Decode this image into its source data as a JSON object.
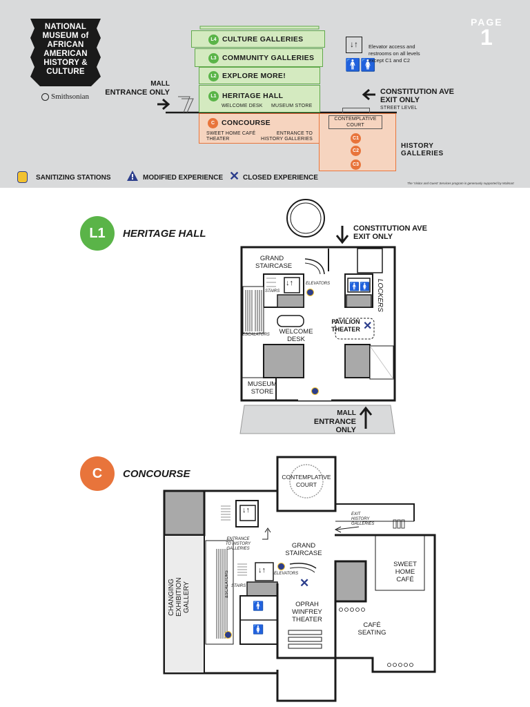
{
  "header": {
    "logo_lines": [
      "NATIONAL",
      "MUSEUM of",
      "AFRICAN",
      "AMERICAN",
      "HISTORY &",
      "CULTURE"
    ],
    "smithsonian": "Smithsonian",
    "page_label": "PAGE",
    "page_number": "1"
  },
  "overview": {
    "levels": [
      {
        "badge": "L4",
        "label": "CULTURE GALLERIES"
      },
      {
        "badge": "L3",
        "label": "COMMUNITY GALLERIES"
      },
      {
        "badge": "L2",
        "label": "EXPLORE MORE!"
      },
      {
        "badge": "L1",
        "label": "HERITAGE HALL"
      }
    ],
    "l1_sub": [
      "WELCOME DESK",
      "MUSEUM STORE"
    ],
    "concourse_badge": "C",
    "concourse_label": "CONCOURSE",
    "concourse_sub_left": [
      "SWEET HOME CAFÉ",
      "THEATER"
    ],
    "concourse_sub_right": [
      "ENTRANCE TO",
      "HISTORY GALLERIES"
    ],
    "contemplative": [
      "CONTEMPLATIVE",
      "COURT"
    ],
    "history_badges": [
      "C1",
      "C2",
      "C3"
    ],
    "history_label": [
      "HISTORY",
      "GALLERIES"
    ],
    "mall_entrance": [
      "MALL",
      "ENTRANCE ONLY"
    ],
    "constitution_exit": [
      "CONSTITUTION AVE",
      "EXIT ONLY"
    ],
    "street_level": "STREET LEVEL",
    "elevator_note": [
      "Elevator access and",
      "restrooms on all levels",
      "except C1 and C2"
    ]
  },
  "legend": {
    "sanitizing": "SANITIZING STATIONS",
    "modified": "MODIFIED EXPERIENCE",
    "closed": "CLOSED EXPERIENCE",
    "credit": "The 'Visitor and Guest' Services program is generously supported by Walmart"
  },
  "l1_map": {
    "badge": "L1",
    "title": "HERITAGE HALL",
    "exit": [
      "CONSTITUTION AVE",
      "EXIT ONLY"
    ],
    "entrance": [
      "MALL",
      "ENTRANCE ONLY"
    ],
    "grand_staircase": [
      "GRAND",
      "STAIRCASE"
    ],
    "stairs": "STAIRS",
    "elevators": "ELEVATORS",
    "lockers": "LOCKERS",
    "escalators": "ESCALATORS",
    "welcome_desk": [
      "WELCOME",
      "DESK"
    ],
    "pavilion_theater": [
      "PAVILION",
      "THEATER"
    ],
    "museum_store": [
      "MUSEUM",
      "STORE"
    ]
  },
  "c_map": {
    "badge": "C",
    "title": "CONCOURSE",
    "contemplative": [
      "CONTEMPLATIVE",
      "COURT"
    ],
    "exit_history": [
      "EXIT",
      "HISTORY",
      "GALLERIES"
    ],
    "entrance_history": [
      "ENTRANCE",
      "TO HISTORY",
      "GALLERIES"
    ],
    "grand_staircase": [
      "GRAND",
      "STAIRCASE"
    ],
    "escalators": "ESCALATORS",
    "stairs": "STAIRS",
    "elevators": "ELEVATORS",
    "changing_gallery": [
      "CHANGING",
      "EXHIBITION",
      "GALLERY"
    ],
    "oprah_theater": [
      "OPRAH",
      "WINFREY",
      "THEATER"
    ],
    "sweet_home": [
      "SWEET",
      "HOME",
      "CAFÉ"
    ],
    "cafe_seating": [
      "CAFÉ",
      "SEATING"
    ]
  },
  "colors": {
    "green": "#5ab448",
    "orange": "#e8743b",
    "navy": "#2c3e8c",
    "gray_bg": "#d9dadb"
  }
}
